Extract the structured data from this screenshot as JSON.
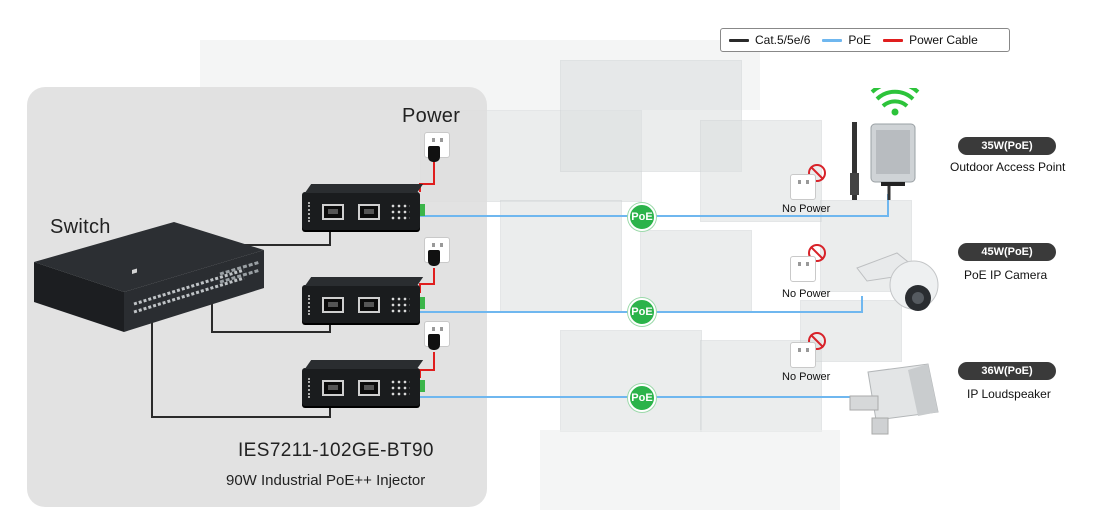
{
  "legend": {
    "items": [
      {
        "label": "Cat.5/5e/6",
        "color": "#2a2a2a"
      },
      {
        "label": "PoE",
        "color": "#6fb7ef"
      },
      {
        "label": "Power Cable",
        "color": "#e01e1e"
      }
    ]
  },
  "labels": {
    "power": "Power",
    "switch": "Switch",
    "model": "IES7211-102GE-BT90",
    "product": "90W Industrial PoE++ Injector"
  },
  "badges": {
    "poe": "PoE"
  },
  "outlets": {
    "no_power": "No Power"
  },
  "devices": [
    {
      "power": "35W(PoE)",
      "name": "Outdoor Access Point",
      "icon": "access-point-icon"
    },
    {
      "power": "45W(PoE)",
      "name": "PoE IP Camera",
      "icon": "ptz-camera-icon"
    },
    {
      "power": "36W(PoE)",
      "name": "IP Loudspeaker",
      "icon": "horn-speaker-icon"
    }
  ],
  "colors": {
    "cat_cable": "#2a2a2a",
    "poe_cable": "#6fb7ef",
    "power_cable": "#e01e1e",
    "poe_badge": "#2bb34a",
    "wifi": "#2cc33a"
  }
}
